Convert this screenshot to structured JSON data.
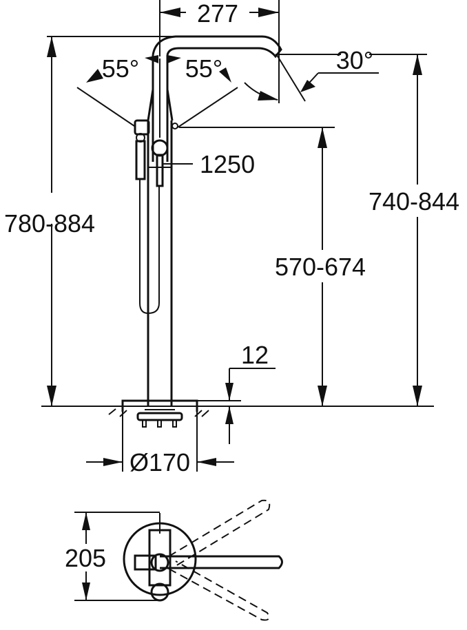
{
  "drawing": {
    "subject": "Freestanding bath faucet dimension drawing",
    "line_color": "#111111",
    "background": "#ffffff"
  },
  "dimensions": {
    "spout_reach": "277",
    "spout_angle": "30°",
    "handle_swivel_left": "55°",
    "handle_swivel_right": "55°",
    "hose_length": "1250",
    "total_height": "780-884",
    "handle_height": "570-674",
    "spout_outlet_height": "740-844",
    "base_plate_thickness": "12",
    "base_diameter": "Ø170",
    "top_view_depth": "205"
  }
}
